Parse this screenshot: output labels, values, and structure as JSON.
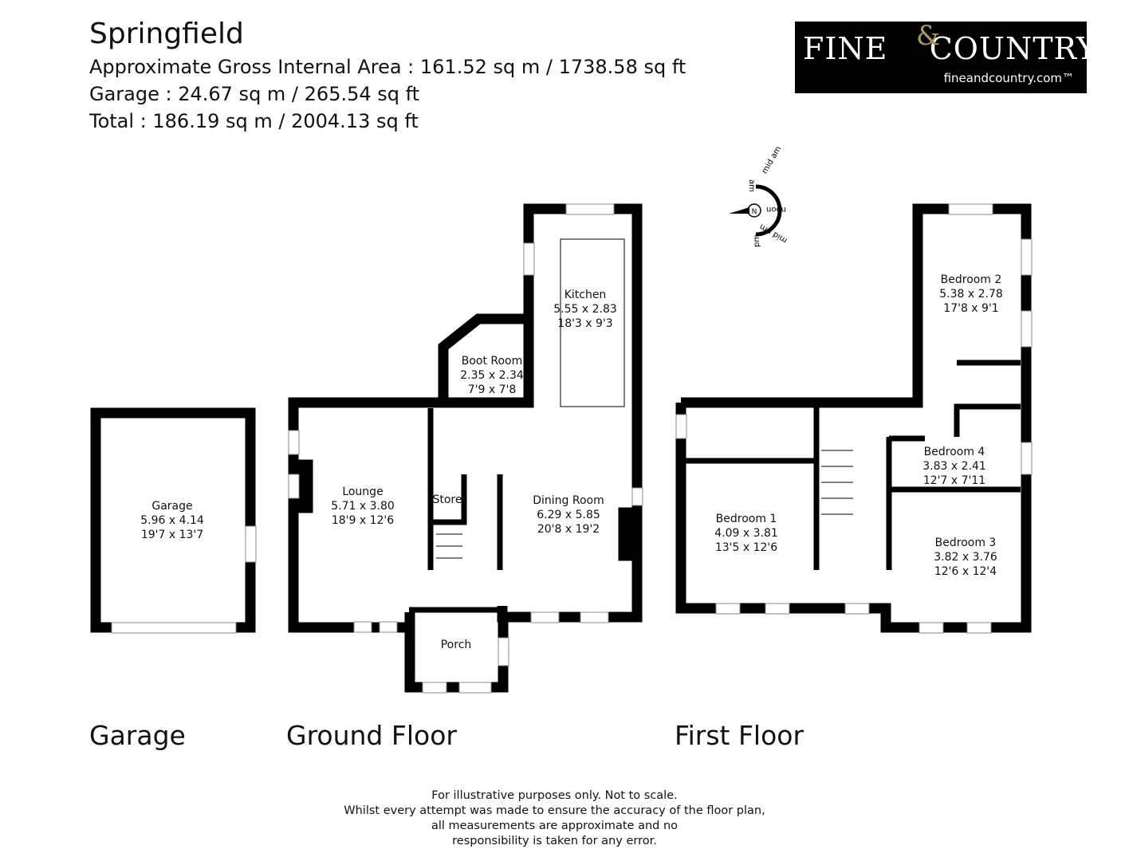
{
  "header": {
    "title": "Springfield",
    "lines": [
      "Approximate Gross Internal Area : 161.52 sq m / 1738.58 sq ft",
      "Garage : 24.67 sq m / 265.54 sq ft",
      "Total : 186.19 sq m / 2004.13 sq ft"
    ]
  },
  "logo": {
    "brand_left": "FINE",
    "amp": "&",
    "brand_right": "COUNTRY",
    "url": "fineandcountry.com™",
    "accent": "#a89468"
  },
  "compass": {
    "north": "N",
    "labels": [
      "am",
      "mid am",
      "noon",
      "mid pm",
      "pm"
    ]
  },
  "rooms": [
    {
      "name": "Garage",
      "metric": "5.96 x 4.14",
      "imperial": "19'7 x 13'7"
    },
    {
      "name": "Lounge",
      "metric": "5.71 x 3.80",
      "imperial": "18'9 x 12'6"
    },
    {
      "name": "Store",
      "metric": "",
      "imperial": ""
    },
    {
      "name": "Dining Room",
      "metric": "6.29 x 5.85",
      "imperial": "20'8 x 19'2"
    },
    {
      "name": "Kitchen",
      "metric": "5.55 x 2.83",
      "imperial": "18'3 x 9'3"
    },
    {
      "name": "Boot Room",
      "metric": "2.35 x 2.34",
      "imperial": "7'9 x 7'8"
    },
    {
      "name": "Porch",
      "metric": "",
      "imperial": ""
    },
    {
      "name": "Bedroom 1",
      "metric": "4.09 x 3.81",
      "imperial": "13'5 x 12'6"
    },
    {
      "name": "Bedroom 2",
      "metric": "5.38 x 2.78",
      "imperial": "17'8 x 9'1"
    },
    {
      "name": "Bedroom 3",
      "metric": "3.82 x 3.76",
      "imperial": "12'6 x 12'4"
    },
    {
      "name": "Bedroom 4",
      "metric": "3.83 x 2.41",
      "imperial": "12'7 x 7'11"
    }
  ],
  "floors": [
    "Garage",
    "Ground Floor",
    "First Floor"
  ],
  "disclaimer": [
    "For illustrative purposes only. Not to scale.",
    "Whilst every attempt was made to ensure the accuracy of the floor plan,",
    "all measurements are approximate and no",
    "responsibility is taken for any error."
  ]
}
